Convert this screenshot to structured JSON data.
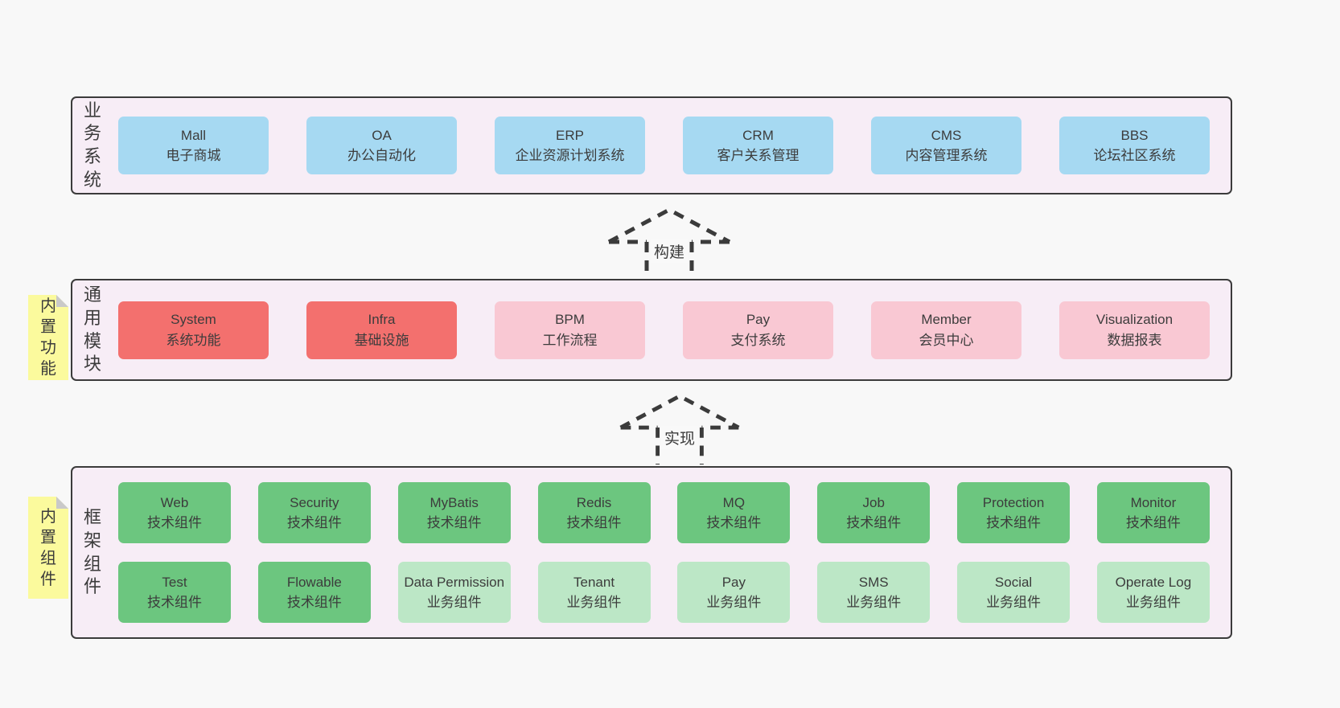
{
  "colors": {
    "page_bg": "#f8f8f8",
    "panel_bg": "#f7edf6",
    "border": "#3b3b3b",
    "blue": "#a6d9f2",
    "red": "#f3706e",
    "pink": "#f9c8d3",
    "green": "#6cc67f",
    "light_green": "#bce7c6",
    "note_yellow": "#fbfa9d",
    "note_fold_gray": "#c9c9c9"
  },
  "notes": {
    "builtin_functions": "内置功能",
    "builtin_components": "内置组件"
  },
  "arrows": {
    "build": "构建",
    "implement": "实现"
  },
  "panels": [
    {
      "label": "业务系统",
      "boxes": [
        {
          "title": "Mall",
          "subtitle": "电子商城"
        },
        {
          "title": "OA",
          "subtitle": "办公自动化"
        },
        {
          "title": "ERP",
          "subtitle": "企业资源计划系统"
        },
        {
          "title": "CRM",
          "subtitle": "客户关系管理"
        },
        {
          "title": "CMS",
          "subtitle": "内容管理系统"
        },
        {
          "title": "BBS",
          "subtitle": "论坛社区系统"
        }
      ]
    },
    {
      "label": "通用模块",
      "boxes": [
        {
          "title": "System",
          "subtitle": "系统功能"
        },
        {
          "title": "Infra",
          "subtitle": "基础设施"
        },
        {
          "title": "BPM",
          "subtitle": "工作流程"
        },
        {
          "title": "Pay",
          "subtitle": "支付系统"
        },
        {
          "title": "Member",
          "subtitle": "会员中心"
        },
        {
          "title": "Visualization",
          "subtitle": "数据报表"
        }
      ]
    },
    {
      "label": "框架组件",
      "rows": [
        [
          {
            "title": "Web",
            "subtitle": "技术组件"
          },
          {
            "title": "Security",
            "subtitle": "技术组件"
          },
          {
            "title": "MyBatis",
            "subtitle": "技术组件"
          },
          {
            "title": "Redis",
            "subtitle": "技术组件"
          },
          {
            "title": "MQ",
            "subtitle": "技术组件"
          },
          {
            "title": "Job",
            "subtitle": "技术组件"
          },
          {
            "title": "Protection",
            "subtitle": "技术组件"
          },
          {
            "title": "Monitor",
            "subtitle": "技术组件"
          }
        ],
        [
          {
            "title": "Test",
            "subtitle": "技术组件"
          },
          {
            "title": "Flowable",
            "subtitle": "技术组件"
          },
          {
            "title": "Data Permission",
            "subtitle": "业务组件"
          },
          {
            "title": "Tenant",
            "subtitle": "业务组件"
          },
          {
            "title": "Pay",
            "subtitle": "业务组件"
          },
          {
            "title": "SMS",
            "subtitle": "业务组件"
          },
          {
            "title": "Social",
            "subtitle": "业务组件"
          },
          {
            "title": "Operate Log",
            "subtitle": "业务组件"
          }
        ]
      ]
    }
  ]
}
